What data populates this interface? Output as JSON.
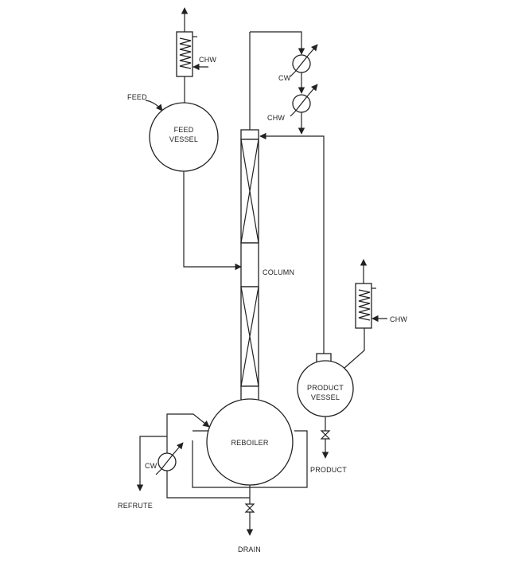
{
  "labels": {
    "feed": "FEED",
    "feed_vessel_line1": "FEED",
    "feed_vessel_line2": "VESSEL",
    "chw_top": "CHW",
    "cw_condenser": "CW",
    "chw_subcooler": "CHW",
    "column": "COLUMN",
    "chw_product_vent": "CHW",
    "product_vessel_line1": "PRODUCT",
    "product_vessel_line2": "VESSEL",
    "product": "PRODUCT",
    "reboiler": "REBOILER",
    "cw_reboiler": "CW",
    "refrute": "REFRUTE",
    "drain": "DRAIN"
  },
  "colors": {
    "line": "#222222",
    "background": "#ffffff"
  },
  "icons": [
    "arrow-head-icon",
    "heat-exchanger-icon",
    "valve-icon",
    "coil-condenser-icon"
  ]
}
